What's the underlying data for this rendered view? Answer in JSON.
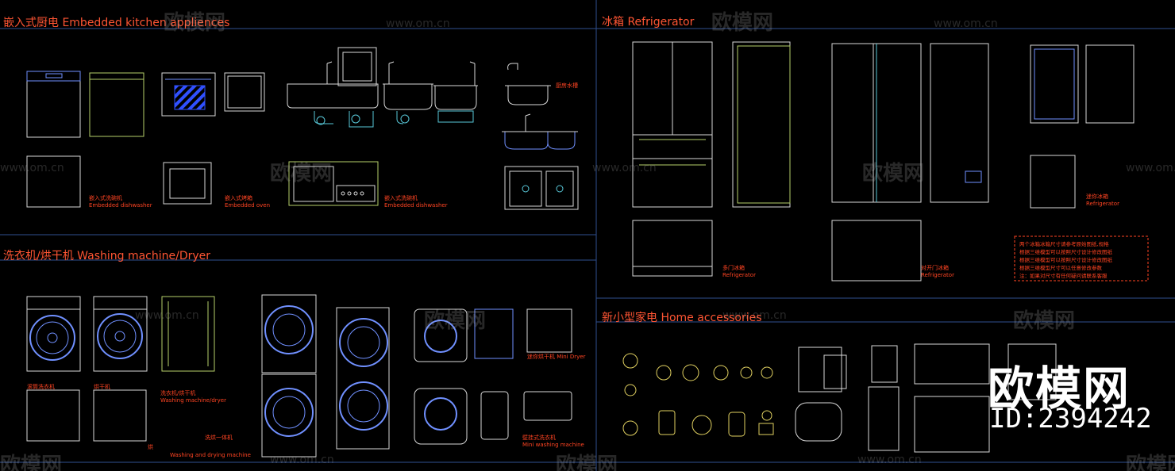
{
  "sections": {
    "kitchen": "嵌入式厨电 Embedded kitchen appliences",
    "fridge": "冰箱 Refrigerator",
    "washer": "洗衣机/烘干机 Washing machine/Dryer",
    "home": "新小型家电 Home accessories"
  },
  "labels": {
    "dishwasher1": [
      "嵌入式洗碗机",
      "Embedded dishwasher"
    ],
    "oven": [
      "嵌入式烤箱",
      "Embedded oven"
    ],
    "dishwasher2": [
      "嵌入式洗碗机",
      "Embedded dishwasher"
    ],
    "sink": [
      "厨房水槽"
    ],
    "fridge_mini": [
      "迷你冰箱",
      "Refrigerator"
    ],
    "fridge_multi": [
      "多门冰箱",
      "Refrigerator"
    ],
    "fridge_side": [
      "对开门冰箱",
      "Refrigerator"
    ],
    "washer": [
      "滚筒洗衣机"
    ],
    "dryer": [
      "烘干机"
    ],
    "washer_dryer": [
      "洗衣机/烘干机",
      "Washing machine/dryer"
    ],
    "combo": [
      "洗烘一体机"
    ],
    "mini_dryer": [
      "迷你烘干机 Mini Dryer"
    ],
    "washing_drying": [
      "Washing and drying machine"
    ],
    "mini_washer": [
      "壁挂式洗衣机",
      "Mini washing machine"
    ],
    "misc": [
      "烘"
    ]
  },
  "note": [
    "两个冰箱冰箱尺寸请参考原始图纸,规格",
    "根据三维模型可以按照尺寸设计修改图纸",
    "根据三维模型可以按照尺寸设计修改图纸",
    "根据三维模型尺寸可以任意修改参数",
    "注：如果对尺寸有任何疑问请联系客服"
  ],
  "watermark": {
    "logo": "欧模网",
    "url": "www.om.cn"
  },
  "brand": {
    "name": "欧模网",
    "id": "ID:2394242"
  },
  "colors": {
    "title": "#ff5533",
    "label": "#ff4422",
    "frame": "#2f4f8f",
    "line_white": "#d8d8d8",
    "line_blue": "#7090ff",
    "line_green": "#b6cf6a",
    "line_cyan": "#58c8d8",
    "line_yellow": "#e0d060"
  }
}
